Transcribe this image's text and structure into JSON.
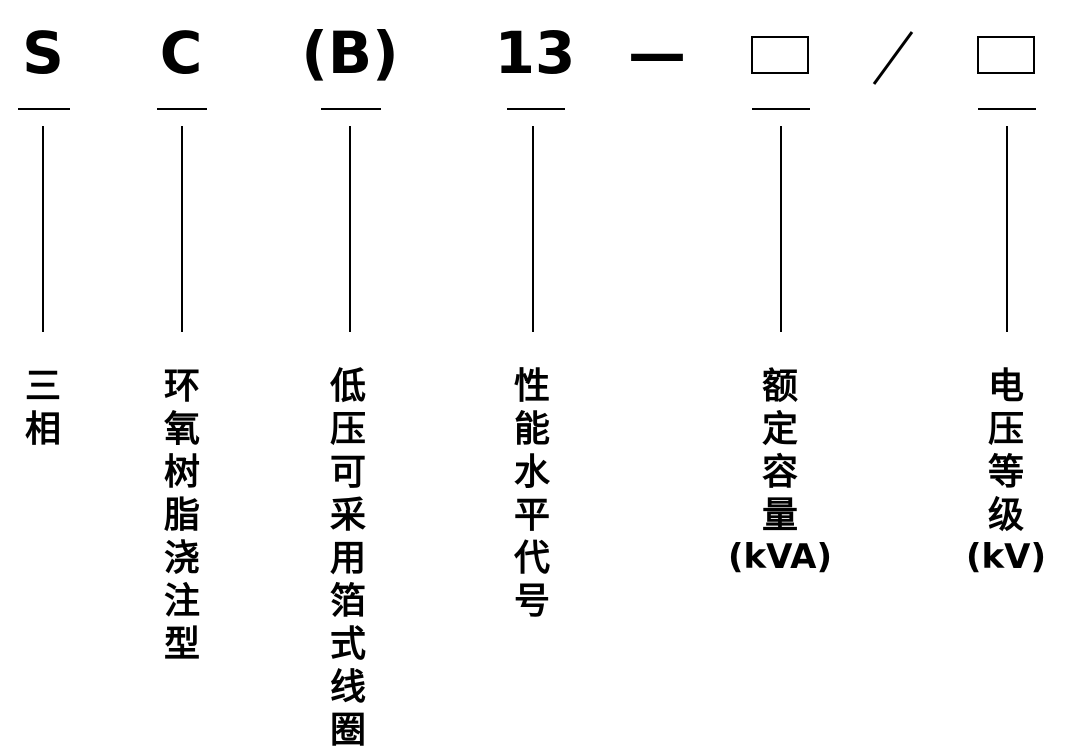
{
  "code": {
    "series": "S",
    "insulation": "C",
    "coil": "(B)",
    "level": "13",
    "dash": "—",
    "slash": "/"
  },
  "labels": {
    "series": "三相",
    "insulation": "环氧树脂浇注型",
    "coil": "低压可采用箔式线圈",
    "level": "性能水平代号",
    "capacity": "额定容量",
    "capacity_unit": "(kVA)",
    "voltage": "电压等级",
    "voltage_unit": "(kV)"
  }
}
